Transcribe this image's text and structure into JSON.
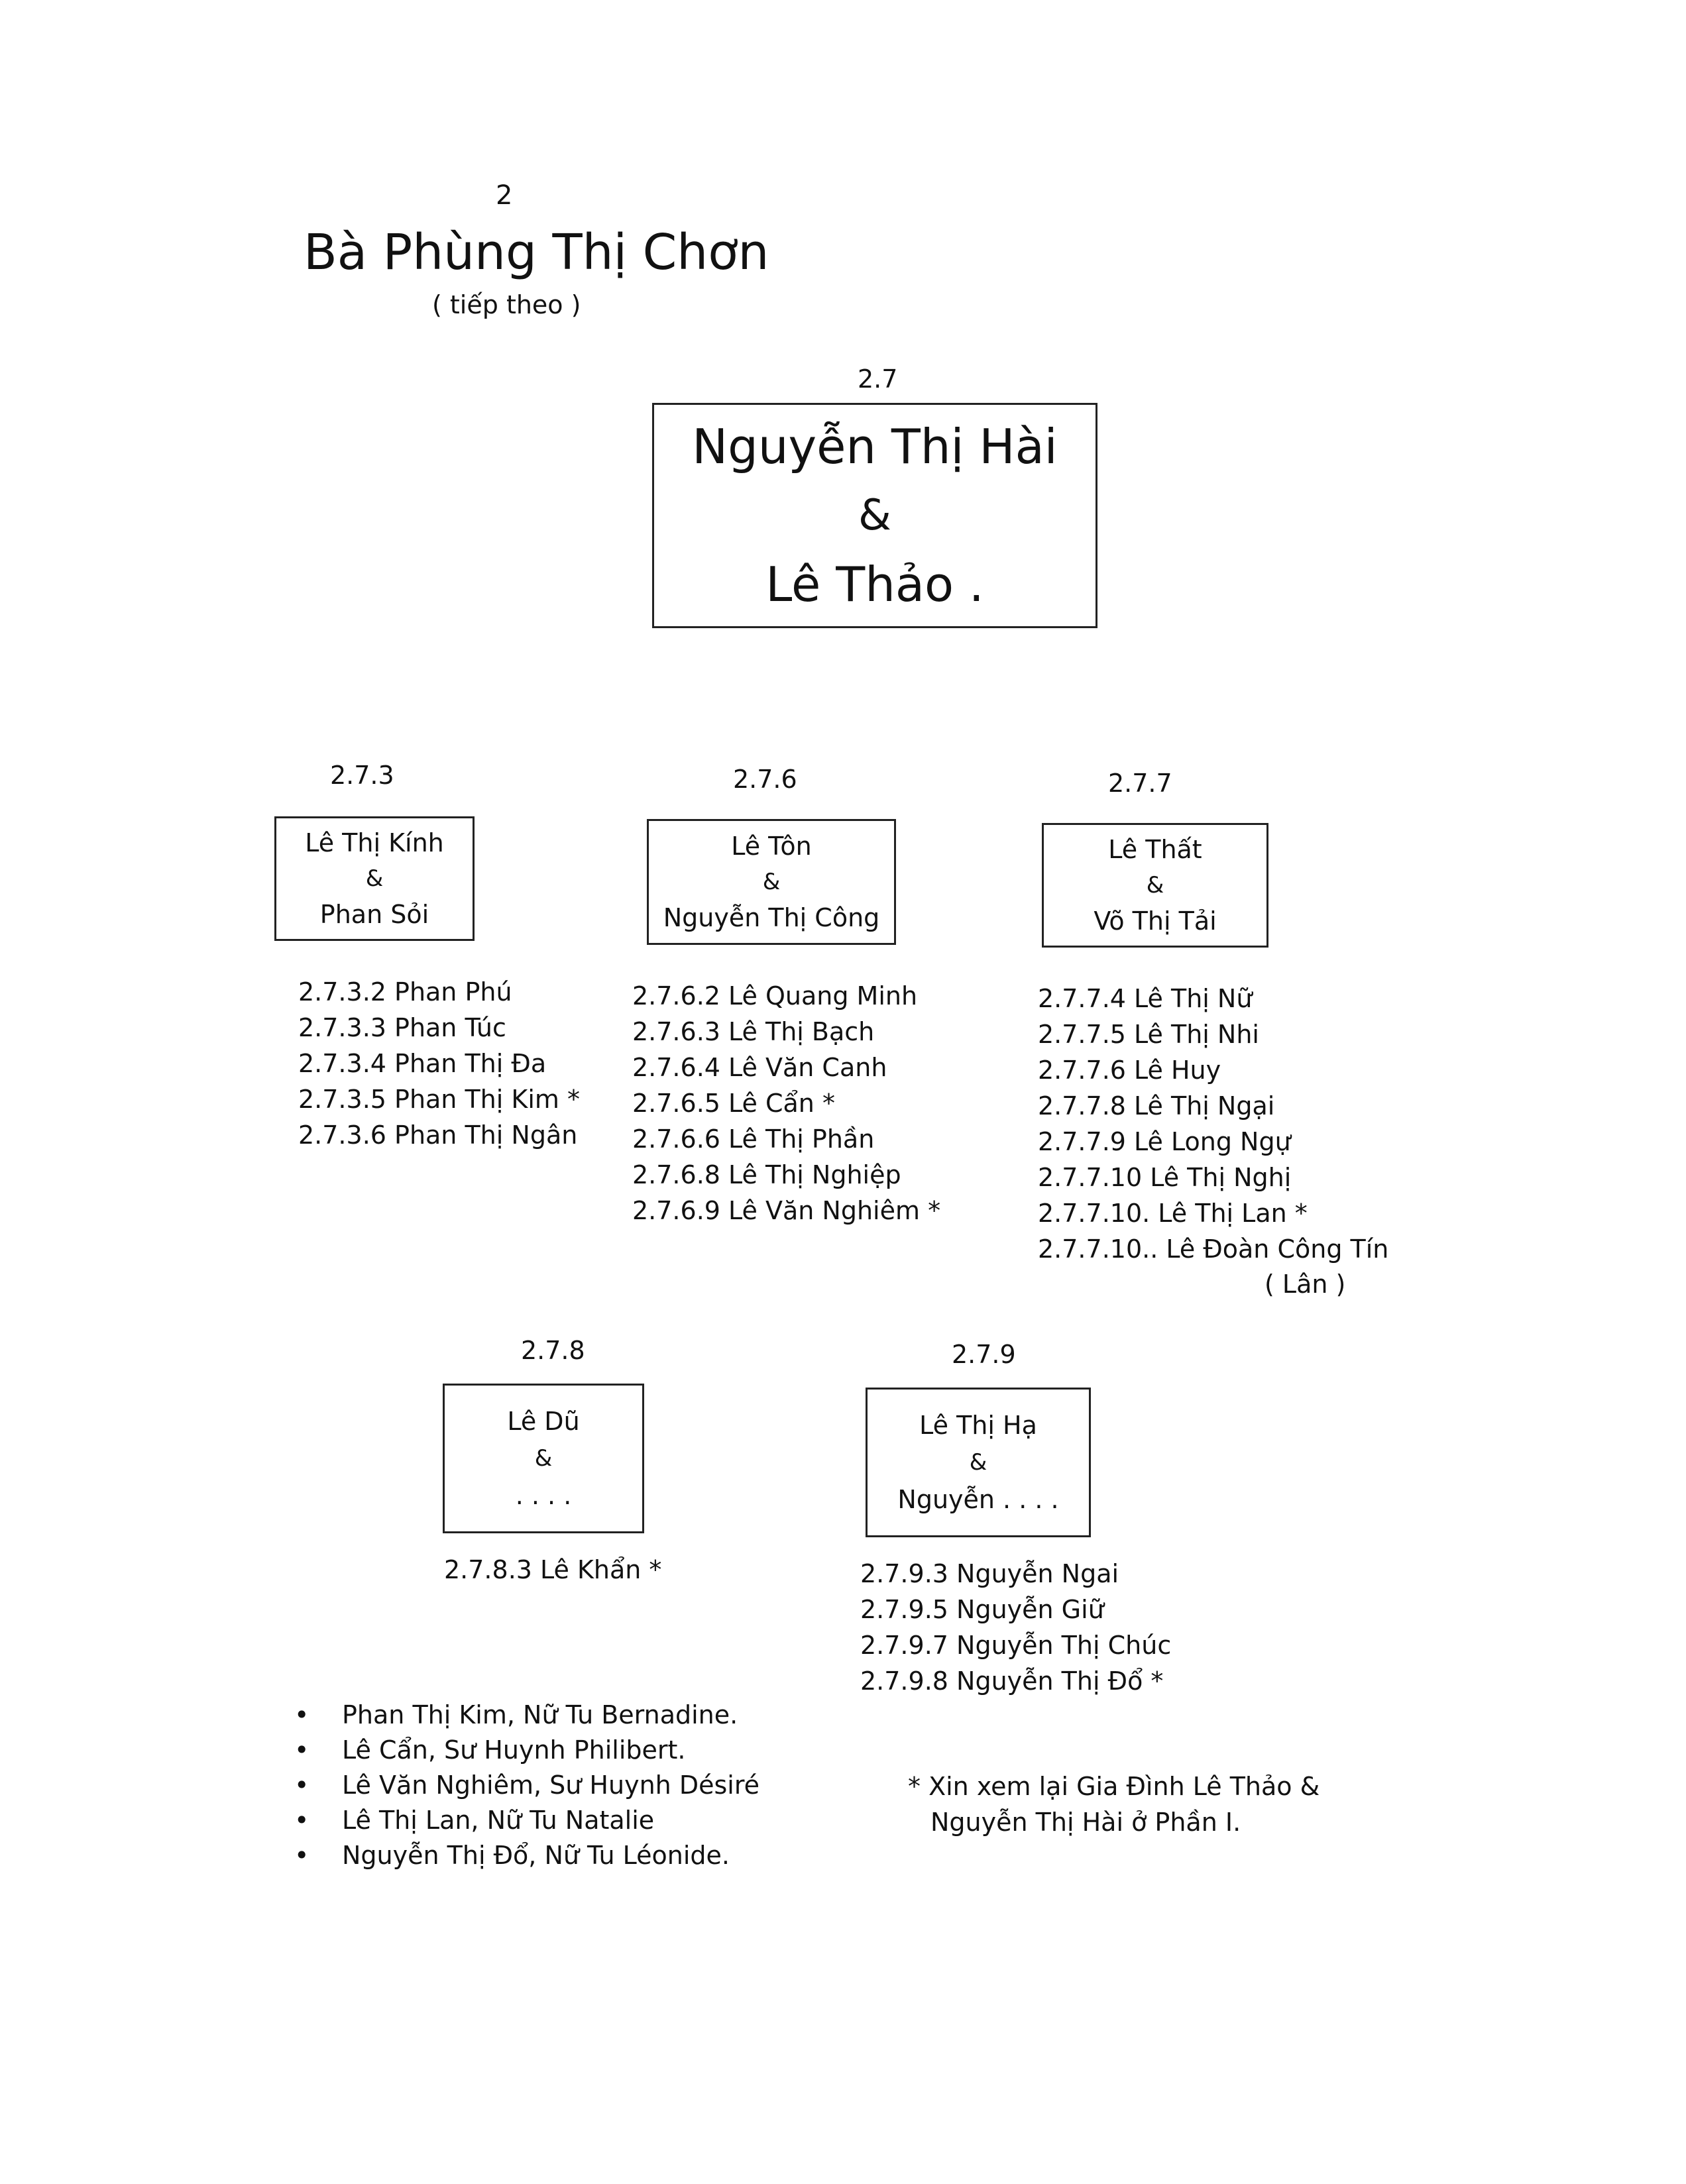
{
  "header": {
    "page_number": "2",
    "title": "Bà Phùng Thị Chơn",
    "subtitle": "( tiếp theo )"
  },
  "root": {
    "code": "2.7",
    "line1": "Nguyễn Thị Hài",
    "line2": "&",
    "line3": "Lê Thảo ."
  },
  "families": [
    {
      "code": "2.7.3",
      "box": [
        "Lê Thị Kính",
        "&",
        "Phan Sỏi"
      ],
      "children": [
        "2.7.3.2 Phan Phú",
        "2.7.3.3 Phan Túc",
        "2.7.3.4 Phan Thị Đa",
        "2.7.3.5 Phan Thị Kim *",
        "2.7.3.6 Phan Thị Ngân"
      ]
    },
    {
      "code": "2.7.6",
      "box": [
        "Lê Tôn",
        "&",
        "Nguyễn Thị Công"
      ],
      "children": [
        "2.7.6.2 Lê Quang Minh",
        "2.7.6.3 Lê Thị Bạch",
        "2.7.6.4 Lê Văn Canh",
        "2.7.6.5 Lê Cẩn *",
        "2.7.6.6 Lê Thị Phần",
        "2.7.6.8 Lê Thị Nghiệp",
        "2.7.6.9 Lê Văn Nghiêm *"
      ]
    },
    {
      "code": "2.7.7",
      "box": [
        "Lê Thất",
        "&",
        "Võ Thị Tải"
      ],
      "children": [
        "2.7.7.4 Lê Thị Nữ",
        "2.7.7.5 Lê Thị Nhi",
        "2.7.7.6 Lê Huy",
        "2.7.7.8 Lê Thị Ngại",
        "2.7.7.9 Lê Long Ngự",
        "2.7.7.10 Lê Thị Nghị",
        "2.7.7.10. Lê Thị Lan *",
        "2.7.7.10.. Lê Đoàn Công Tín"
      ],
      "note": "( Lân )"
    },
    {
      "code": "2.7.8",
      "box": [
        "Lê Dũ",
        "&",
        ". . . ."
      ],
      "children": [
        "2.7.8.3 Lê Khẩn *"
      ]
    },
    {
      "code": "2.7.9",
      "box": [
        "Lê Thị Hạ",
        "&",
        "Nguyễn . . . ."
      ],
      "children": [
        "2.7.9.3 Nguyễn Ngai",
        "2.7.9.5 Nguyễn Giữ",
        "2.7.9.7 Nguyễn Thị Chúc",
        "2.7.9.8 Nguyễn Thị Đổ *"
      ]
    }
  ],
  "footnotes": [
    "Phan Thị Kim, Nữ Tu Bernadine.",
    "Lê Cẩn, Sư Huynh Philibert.",
    "Lê Văn Nghiêm, Sư Huynh Désiré",
    "Lê Thị Lan, Nữ Tu Natalie",
    "Nguyễn Thị Đổ, Nữ Tu Léonide."
  ],
  "reference_note": {
    "line1": "* Xin xem lại Gia Đình Lê Thảo &",
    "line2": "Nguyễn Thị Hài ở Phần I."
  }
}
